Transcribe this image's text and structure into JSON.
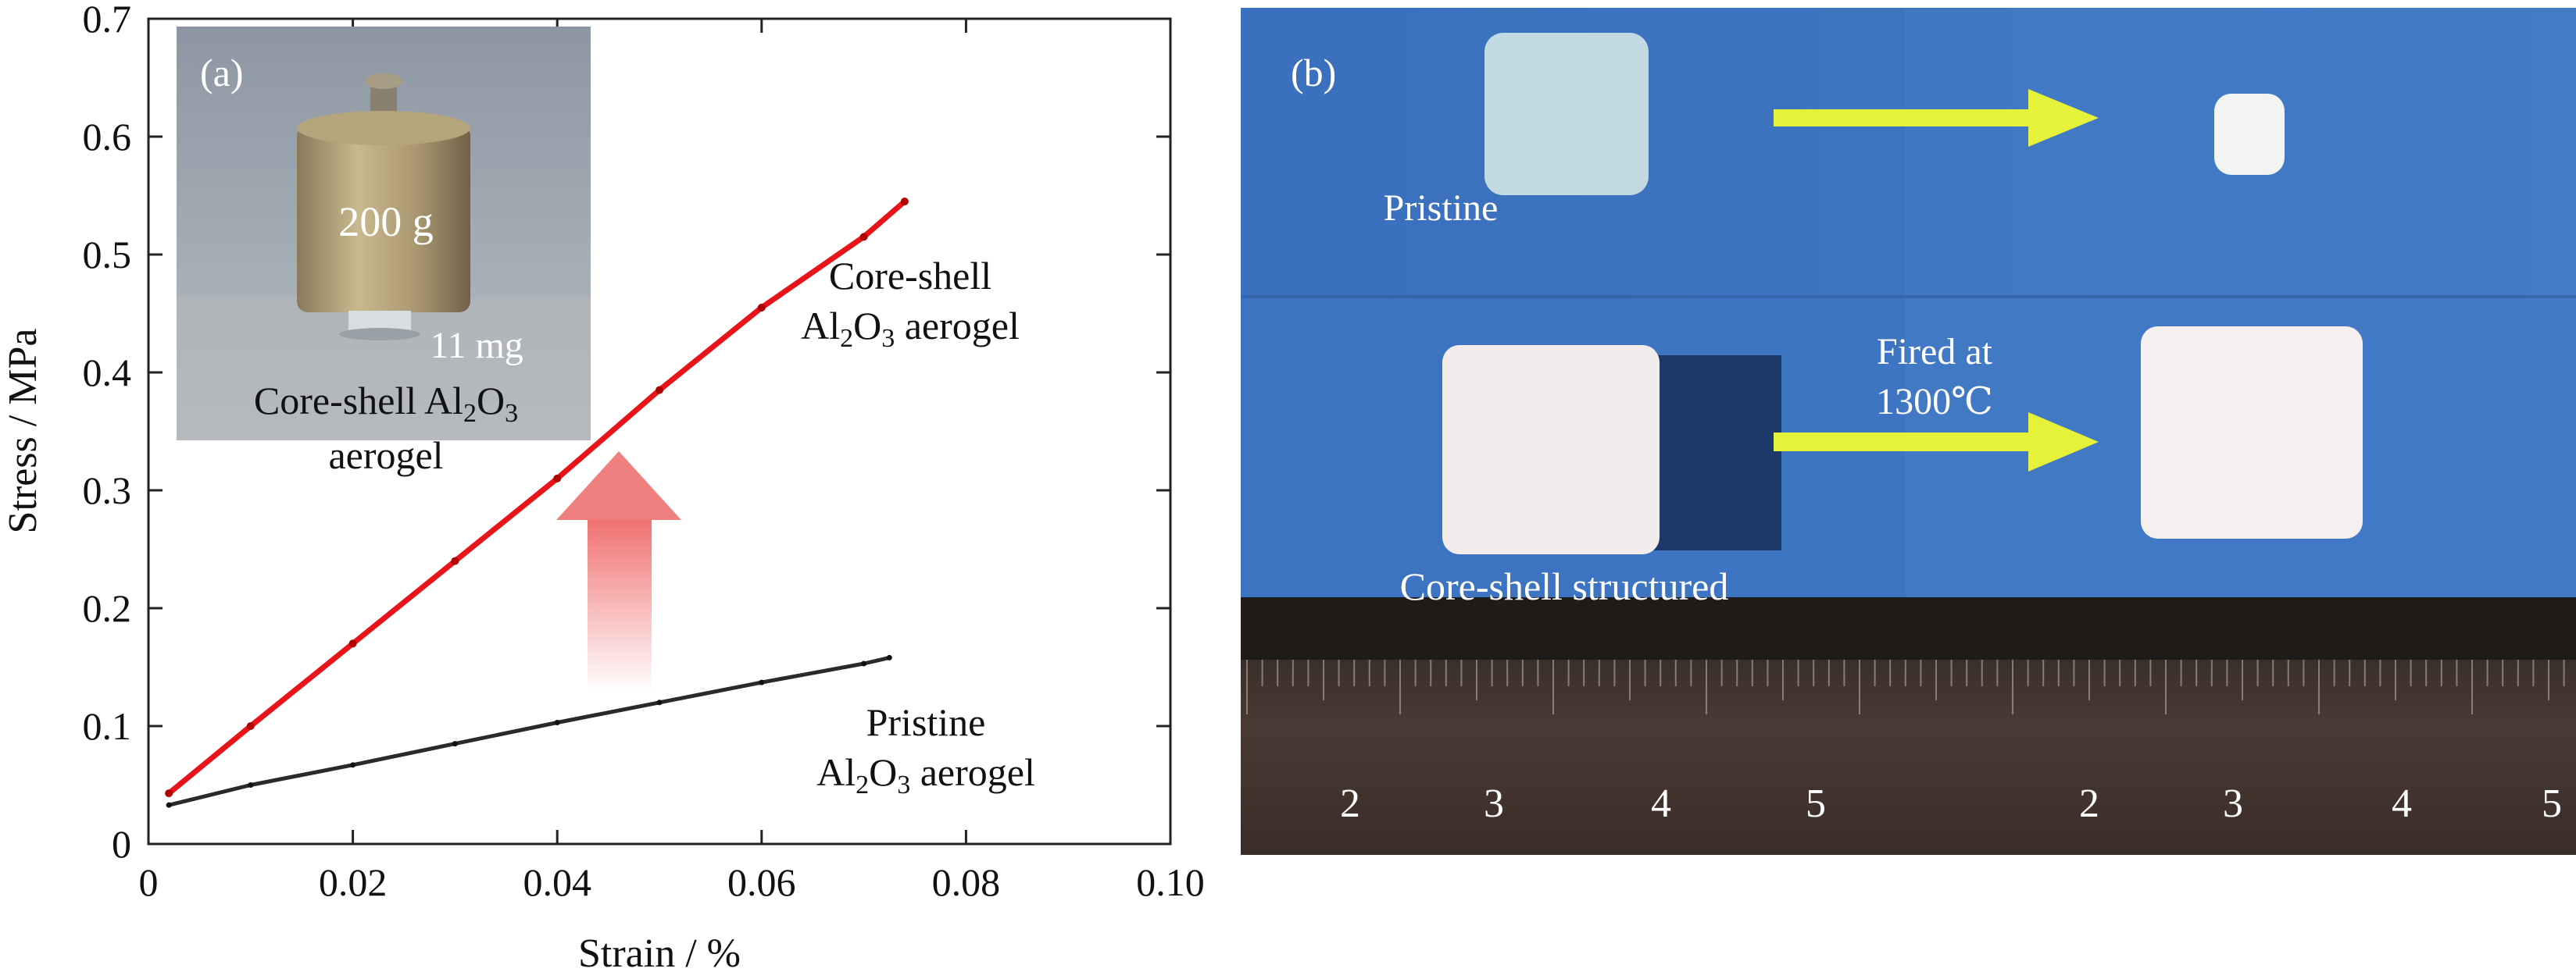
{
  "chart_data": {
    "type": "line",
    "panel_label": "(a)",
    "xlabel": "Strain / %",
    "ylabel": "Stress / MPa",
    "xlim": [
      0,
      0.1
    ],
    "ylim": [
      0,
      0.7
    ],
    "x_ticks": [
      0,
      0.02,
      0.04,
      0.06,
      0.08,
      0.1
    ],
    "x_tick_labels": [
      "0",
      "0.02",
      "0.04",
      "0.06",
      "0.08",
      "0.10"
    ],
    "y_ticks": [
      0,
      0.1,
      0.2,
      0.3,
      0.4,
      0.5,
      0.6,
      0.7
    ],
    "y_tick_labels": [
      "0",
      "0.1",
      "0.2",
      "0.3",
      "0.4",
      "0.5",
      "0.6",
      "0.7"
    ],
    "grid": false,
    "series": [
      {
        "name": "Core-shell Al2O3 aerogel",
        "label_line1": "Core-shell",
        "label_line2_pre": "Al",
        "label_line2_sub1": "2",
        "label_line2_mid": "O",
        "label_line2_sub2": "3",
        "label_line2_post": " aerogel",
        "color": "#e8141a",
        "x": [
          0.002,
          0.01,
          0.02,
          0.03,
          0.04,
          0.05,
          0.06,
          0.07,
          0.074
        ],
        "y": [
          0.043,
          0.1,
          0.17,
          0.24,
          0.31,
          0.385,
          0.455,
          0.515,
          0.545
        ]
      },
      {
        "name": "Pristine Al2O3 aerogel",
        "label_line1": "Pristine",
        "label_line2_pre": "Al",
        "label_line2_sub1": "2",
        "label_line2_mid": "O",
        "label_line2_sub2": "3",
        "label_line2_post": " aerogel",
        "color": "#2a2a2a",
        "x": [
          0.002,
          0.01,
          0.02,
          0.03,
          0.04,
          0.05,
          0.06,
          0.07,
          0.0725
        ],
        "y": [
          0.033,
          0.05,
          0.067,
          0.085,
          0.103,
          0.12,
          0.137,
          0.153,
          0.158
        ]
      }
    ],
    "inset": {
      "weight_label": "200 g",
      "mass_label": "11 mg",
      "caption_pre": "Core-shell Al",
      "caption_sub1": "2",
      "caption_mid": "O",
      "caption_sub2": "3",
      "caption_line2": "aerogel"
    },
    "arrow_color": "#f08080"
  },
  "photo_panel": {
    "panel_label": "(b)",
    "label_pristine": "Pristine",
    "label_core_shell": "Core-shell structured",
    "label_fired_line1": "Fired at",
    "label_fired_line2": "1300℃",
    "ruler_left": [
      "2",
      "3",
      "4",
      "5"
    ],
    "ruler_right": [
      "2",
      "3",
      "4",
      "5"
    ],
    "arrow_color": "#e6f23a",
    "background_color": "#3a6fb8"
  }
}
